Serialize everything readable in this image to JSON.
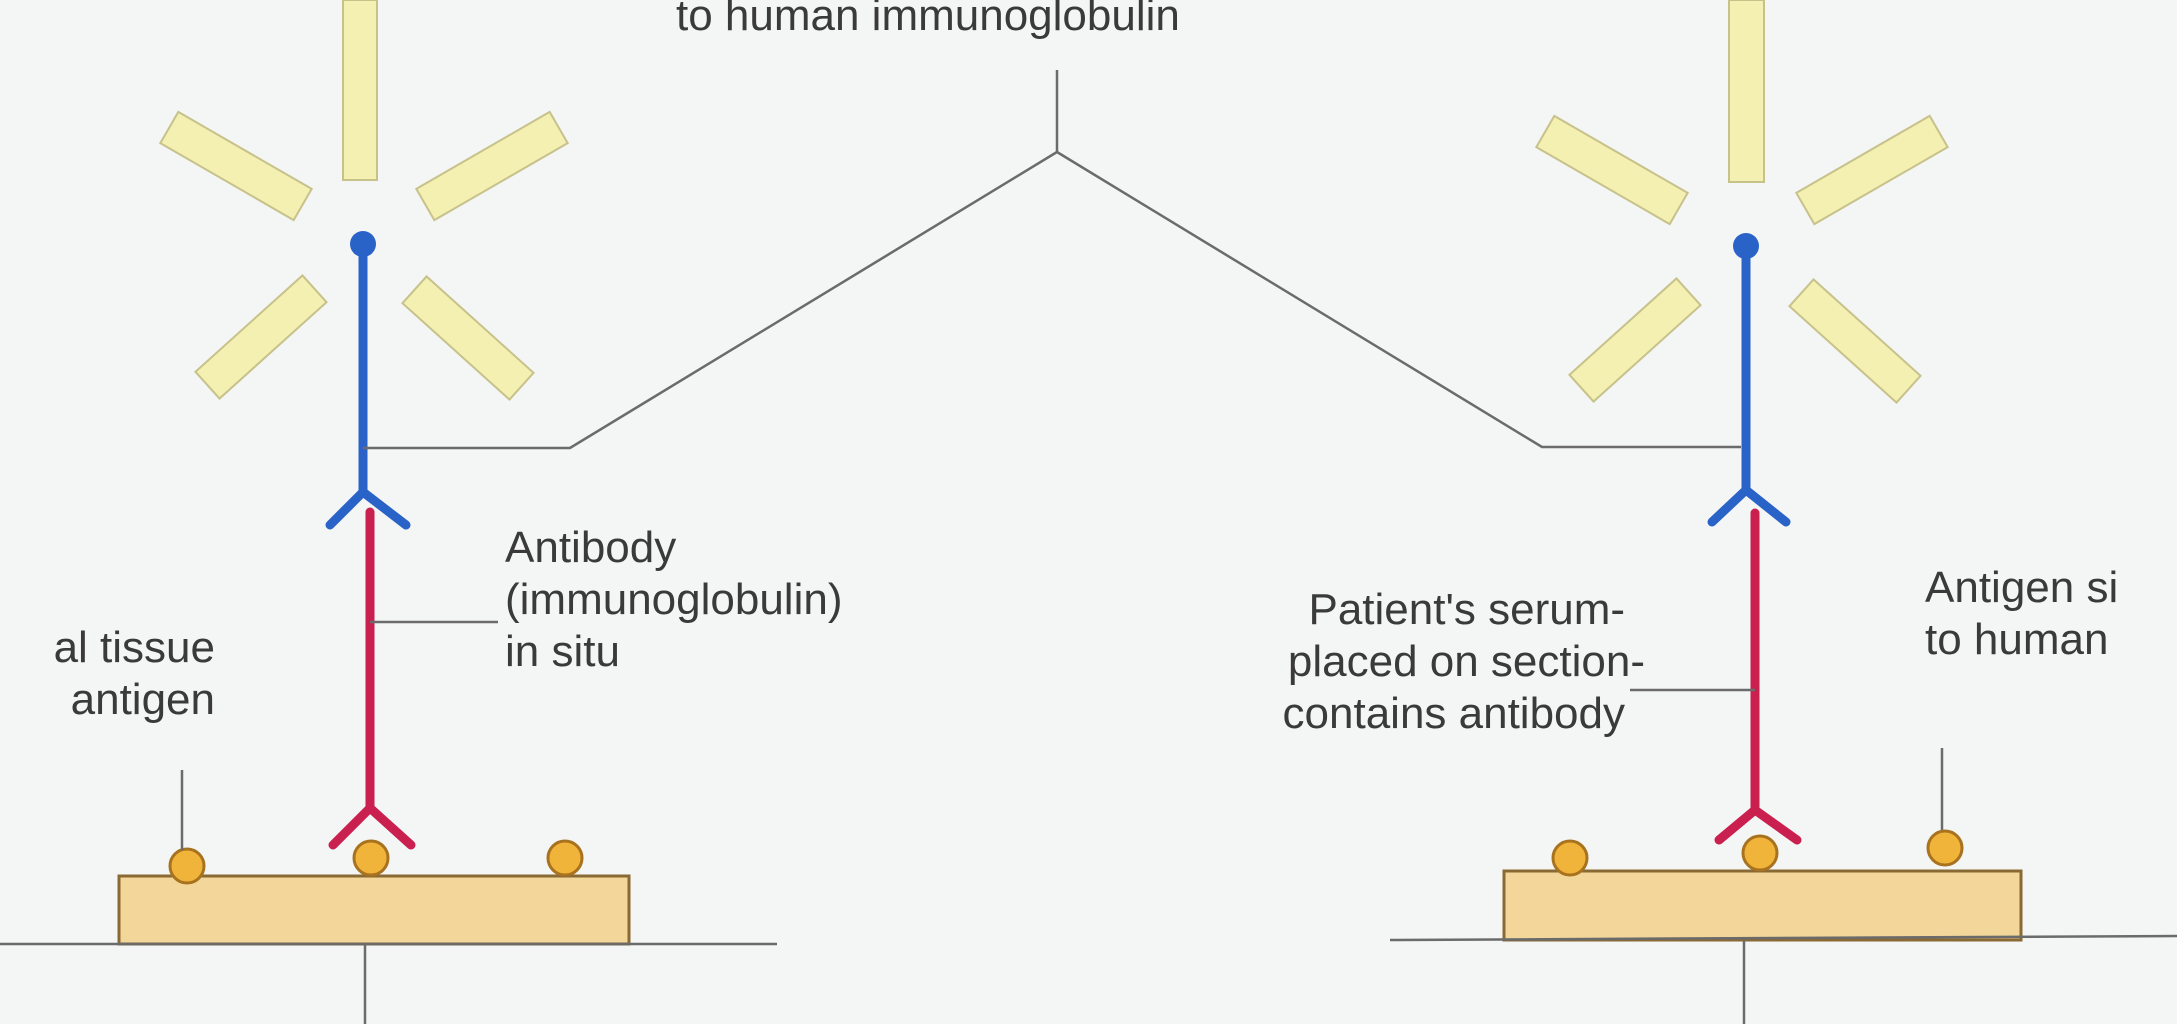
{
  "labels": {
    "top": "to human immunoglobulin",
    "left_antigen_lines": [
      "al tissue",
      "antigen"
    ],
    "antibody_lines": [
      "Antibody",
      "(immunoglobulin)",
      "in situ"
    ],
    "serum_lines": [
      "Patient's serum-",
      "placed on section-",
      "contains antibody"
    ],
    "right_antigen_lines": [
      "Antigen si",
      "to human"
    ]
  },
  "colors": {
    "background": "#f4f5f5",
    "fluorescent_rays": "#f3f0b2",
    "ray_outline": "#c7c28a",
    "anti_immunoglobulin": "#2a63c8",
    "antibody": "#c9204f",
    "antigen": "#f0b43a",
    "antigen_outline": "#a8721e",
    "tissue_section": "#f3d79a",
    "tissue_outline": "#8a6a34",
    "lines": "#6b6b6b"
  }
}
